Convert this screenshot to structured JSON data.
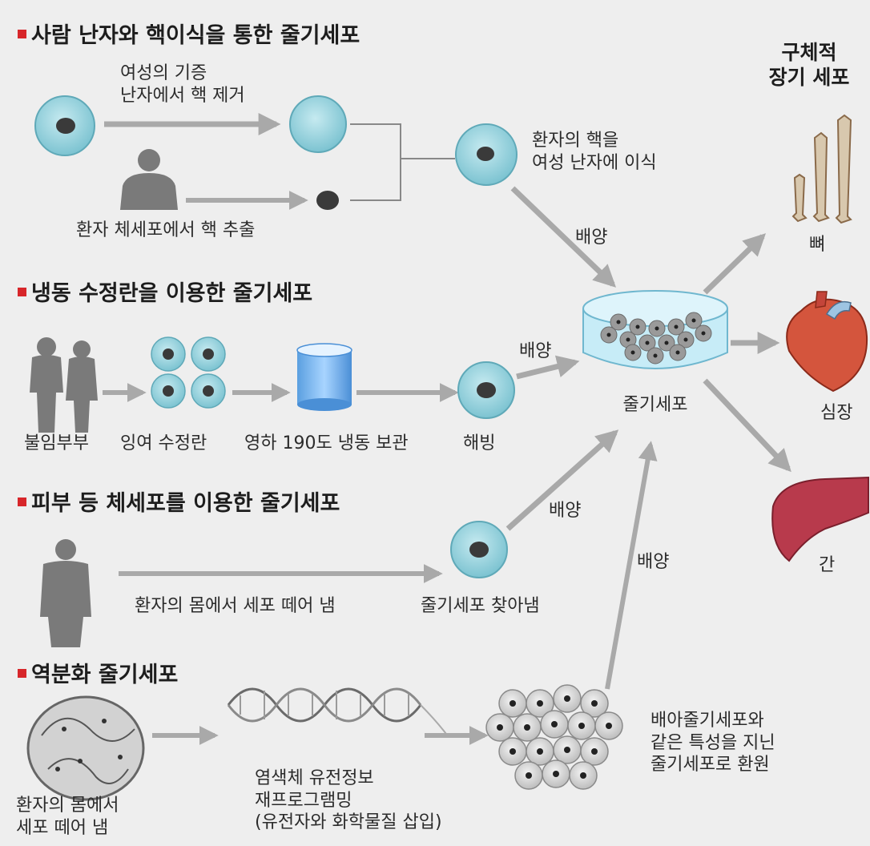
{
  "sections": {
    "s1": "사람 난자와 핵이식을 통한 줄기세포",
    "s2": "냉동 수정란을 이용한 줄기세포",
    "s3": "피부 등 체세포를 이용한 줄기세포",
    "s4": "역분화 줄기세포"
  },
  "organs_header": [
    "구체적",
    "장기 세포"
  ],
  "labels": {
    "s1_step1": [
      "여성의 기증",
      "난자에서 핵 제거"
    ],
    "s1_step2": "환자 체세포에서 핵 추출",
    "s1_result": [
      "환자의 핵을",
      "여성 난자에 이식"
    ],
    "culture": "배양",
    "s2_couple": "불임부부",
    "s2_embryo": "잉여 수정란",
    "s2_frozen": "영하 190도 냉동 보관",
    "s2_thaw": "해빙",
    "stem_cell": "줄기세포",
    "s3_take": "환자의 몸에서 세포 떼어 냄",
    "s3_found": "줄기세포 찾아냄",
    "s4_take": [
      "환자의 몸에서",
      "세포 떼어 냄"
    ],
    "s4_reprog": [
      "염색체 유전정보",
      "재프로그램밍",
      "(유전자와 화학물질 삽입)"
    ],
    "s4_result": [
      "배아줄기세포와",
      "같은 특성을 지닌",
      "줄기세포로 환원"
    ]
  },
  "organs": {
    "bone": "뼈",
    "heart": "심장",
    "liver": "간"
  },
  "colors": {
    "marker": "#d7262a",
    "cell_fill": "#8fd0dc",
    "nucleus": "#3a3a3a",
    "arrow": "#a9a9a9",
    "silhouette": "#7a7a7a",
    "heart": "#d4553d",
    "liver": "#b83a4c",
    "bone": "#d8c8ae"
  }
}
